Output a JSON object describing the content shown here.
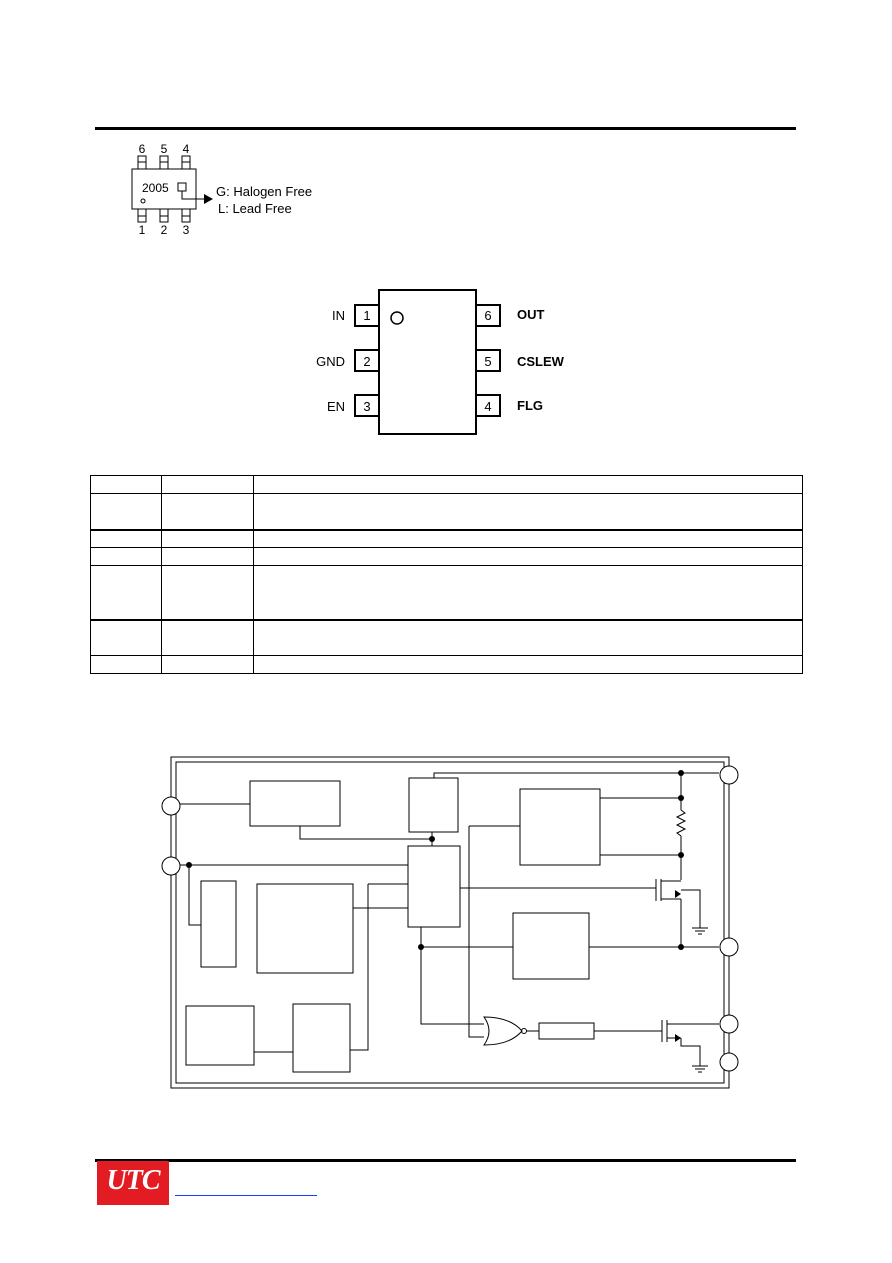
{
  "marking": {
    "top_pins": [
      "6",
      "5",
      "4"
    ],
    "bottom_pins": [
      "1",
      "2",
      "3"
    ],
    "code": "2005",
    "note_g": "G: Halogen Free",
    "note_l": "L: Lead Free"
  },
  "pinout": {
    "left": [
      {
        "num": "1",
        "name": "IN"
      },
      {
        "num": "2",
        "name": "GND"
      },
      {
        "num": "3",
        "name": "EN"
      }
    ],
    "right": [
      {
        "num": "6",
        "name": "OUT"
      },
      {
        "num": "5",
        "name": "CSLEW"
      },
      {
        "num": "4",
        "name": "FLG"
      }
    ]
  },
  "colors": {
    "logo_bg": "#e31b23",
    "link": "#1a3cff"
  },
  "footer": {
    "logo_text": "UTC"
  }
}
